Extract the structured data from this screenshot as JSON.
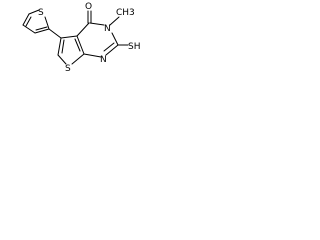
{
  "molecule": {
    "atoms": {
      "oxygen": "O",
      "n_methyl": "N",
      "methyl": "CH3",
      "mercapto": "SH",
      "n_ring": "N",
      "s_fused_thiophene": "S",
      "s_thienyl": "S"
    }
  }
}
